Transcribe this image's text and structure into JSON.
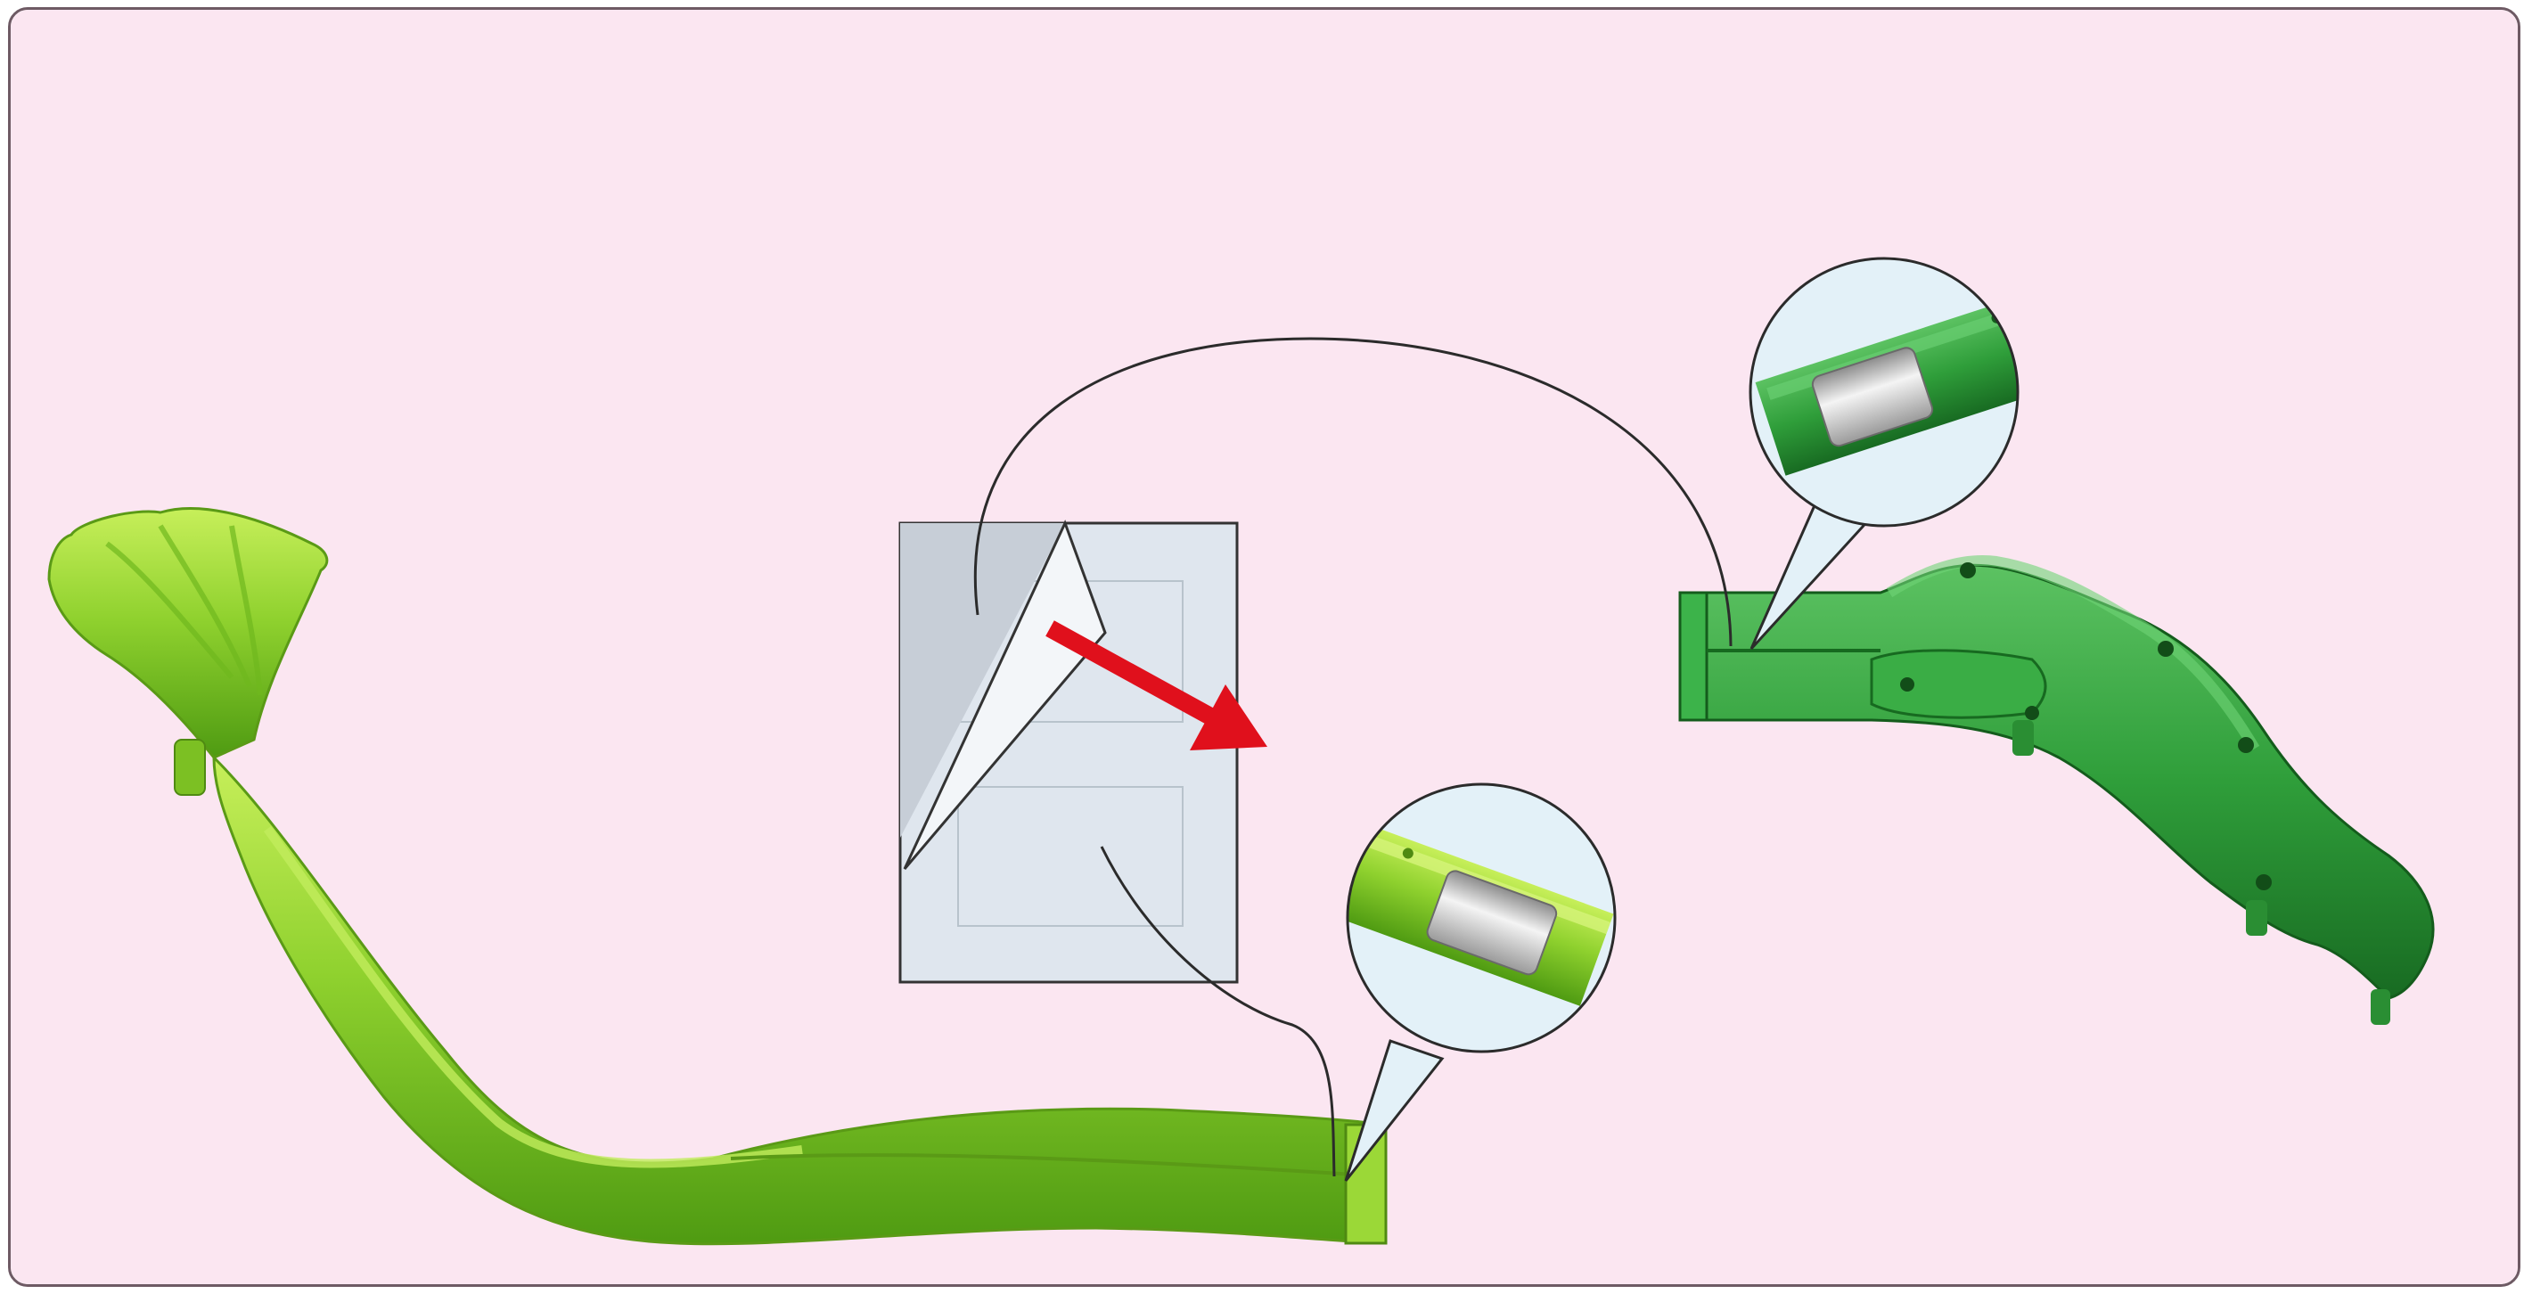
{
  "diagram": {
    "colors": {
      "background": "#fbe6f1",
      "border": "#6e5a64",
      "light_part": "#8fd12e",
      "dark_part": "#2f9e3a",
      "arrow": "#e0101c",
      "leader_line": "#2b2b2b",
      "sheet_fill": "#dfe6ee",
      "sheet_edge": "#3a3a3a",
      "magnifier_fill": "#e3f1f8",
      "sleeve_metal": "#c9c9c9"
    },
    "parts": [
      {
        "name": "light-green-slide-section",
        "color": "#8fd12e"
      },
      {
        "name": "dark-green-slide-section",
        "color": "#2f9e3a"
      }
    ],
    "callouts": [
      {
        "name": "detail-magnifier-dark-section-sleeve",
        "icon": "magnifier-detail"
      },
      {
        "name": "detail-magnifier-light-section-sleeve",
        "icon": "magnifier-detail"
      }
    ],
    "icons": {
      "instruction_sheet": "peeled-backing-sheet-icon",
      "arrow": "direction-arrow-icon"
    }
  }
}
